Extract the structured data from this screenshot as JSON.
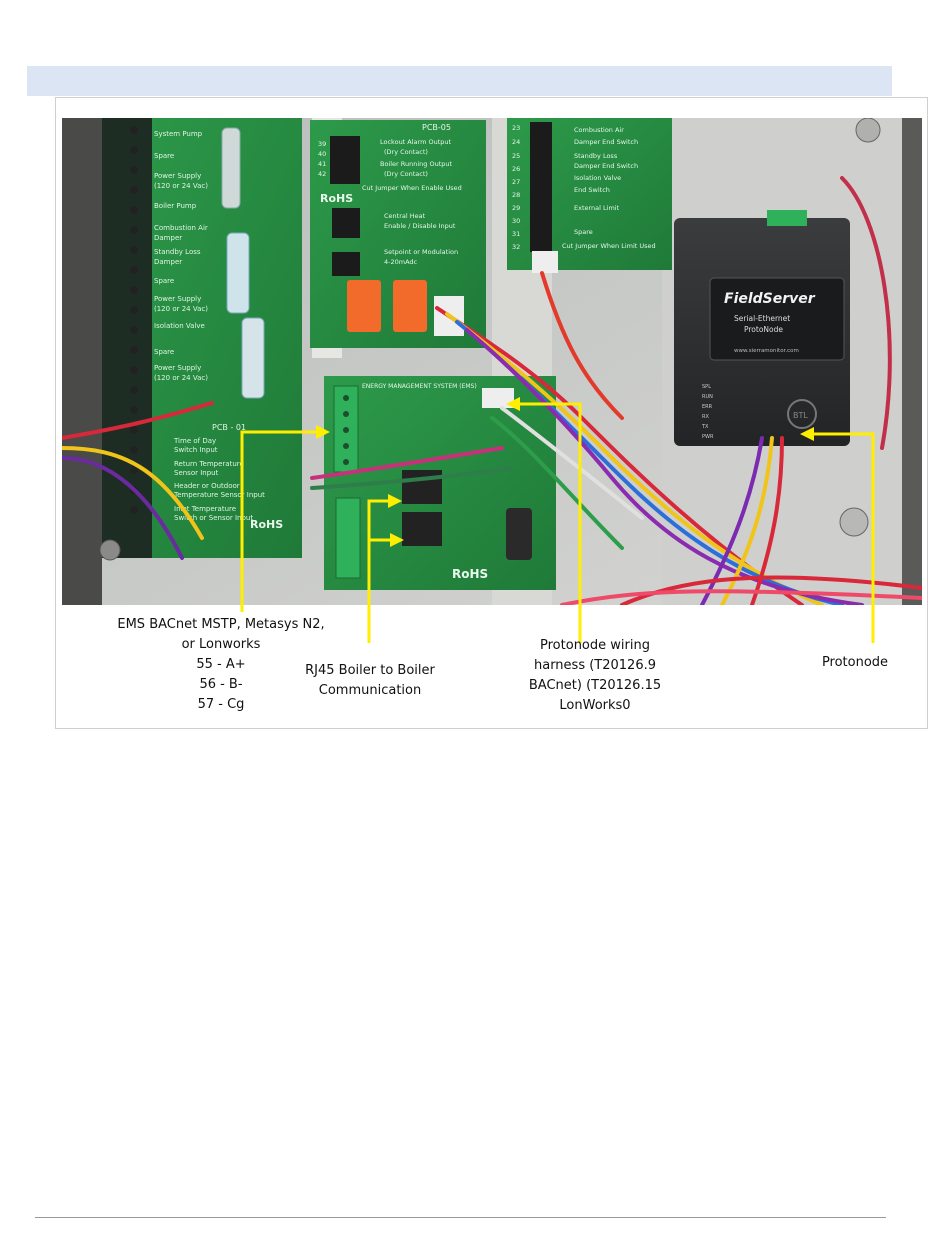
{
  "callouts": {
    "ems": {
      "line1": "EMS BACnet MSTP, Metasys N2,",
      "line2": "or Lonworks",
      "line3": "55 - A+",
      "line4": "56 - B-",
      "line5": "57 - Cg"
    },
    "rj45": {
      "line1": "RJ45 Boiler to Boiler",
      "line2": "Communication"
    },
    "harness": {
      "line1": "Protonode wiring",
      "line2": "harness (T20126.9",
      "line3": "BACnet) (T20126.15",
      "line4": "LonWorks0"
    },
    "protonode": {
      "line1": "Protonode"
    }
  },
  "photo_text": {
    "pcb05": "PCB-05",
    "pcb01": "PCB - 01",
    "rohs": "RoHS",
    "ems_board_title": "ENERGY MANAGEMENT SYSTEM (EMS)",
    "fieldserver_brand": "FieldServer",
    "fieldserver_sub1": "Serial-Ethernet",
    "fieldserver_sub2": "ProtoNode",
    "fieldserver_url": "www.sierramonitor.com",
    "btl": "BTL",
    "left_labels": [
      "System Pump",
      "Spare",
      "Power Supply",
      "(120 or 24 Vac)",
      "Boiler Pump",
      "Combustion Air",
      "Damper",
      "Standby Loss",
      "Damper",
      "Spare",
      "Power Supply",
      "(120 or 24 Vac)",
      "Isolation Valve",
      "Spare",
      "Power Supply",
      "(120 or 24 Vac)"
    ],
    "left_lower_labels": [
      "Time of Day",
      "Switch Input",
      "Return Temperature",
      "Sensor Input",
      "Header or Outdoor",
      "Temperature Sensor Input",
      "Inlet Temperature",
      "Switch or Sensor Input"
    ],
    "mid_labels": [
      "Lockout Alarm Output",
      "(Dry Contact)",
      "Boiler Running Output",
      "(Dry Contact)",
      "Cut Jumper When Enable Used",
      "Central Heat",
      "Enable / Disable Input",
      "Setpoint or Modulation",
      "4-20mAdc"
    ],
    "mid_terminals": [
      "39",
      "40",
      "41",
      "42"
    ],
    "right_labels": [
      "Combustion Air",
      "Damper End Switch",
      "Standby Loss",
      "Damper End Switch",
      "Isolation Valve",
      "End Switch",
      "External Limit",
      "Spare",
      "Cut Jumper When Limit Used"
    ],
    "right_terminals": [
      "23",
      "24",
      "25",
      "26",
      "27",
      "28",
      "29",
      "30",
      "31",
      "32"
    ],
    "led_labels": [
      "SPL",
      "RUN",
      "ERR",
      "RX",
      "TX",
      "PWR"
    ]
  },
  "colors": {
    "arrow": "#ffee00",
    "header_band": "#dbe5f3",
    "pcb_green": "#2f9e4e",
    "terminal_orange": "#f26b2b"
  },
  "icons": {
    "arrow": "yellow-arrow-icon"
  }
}
